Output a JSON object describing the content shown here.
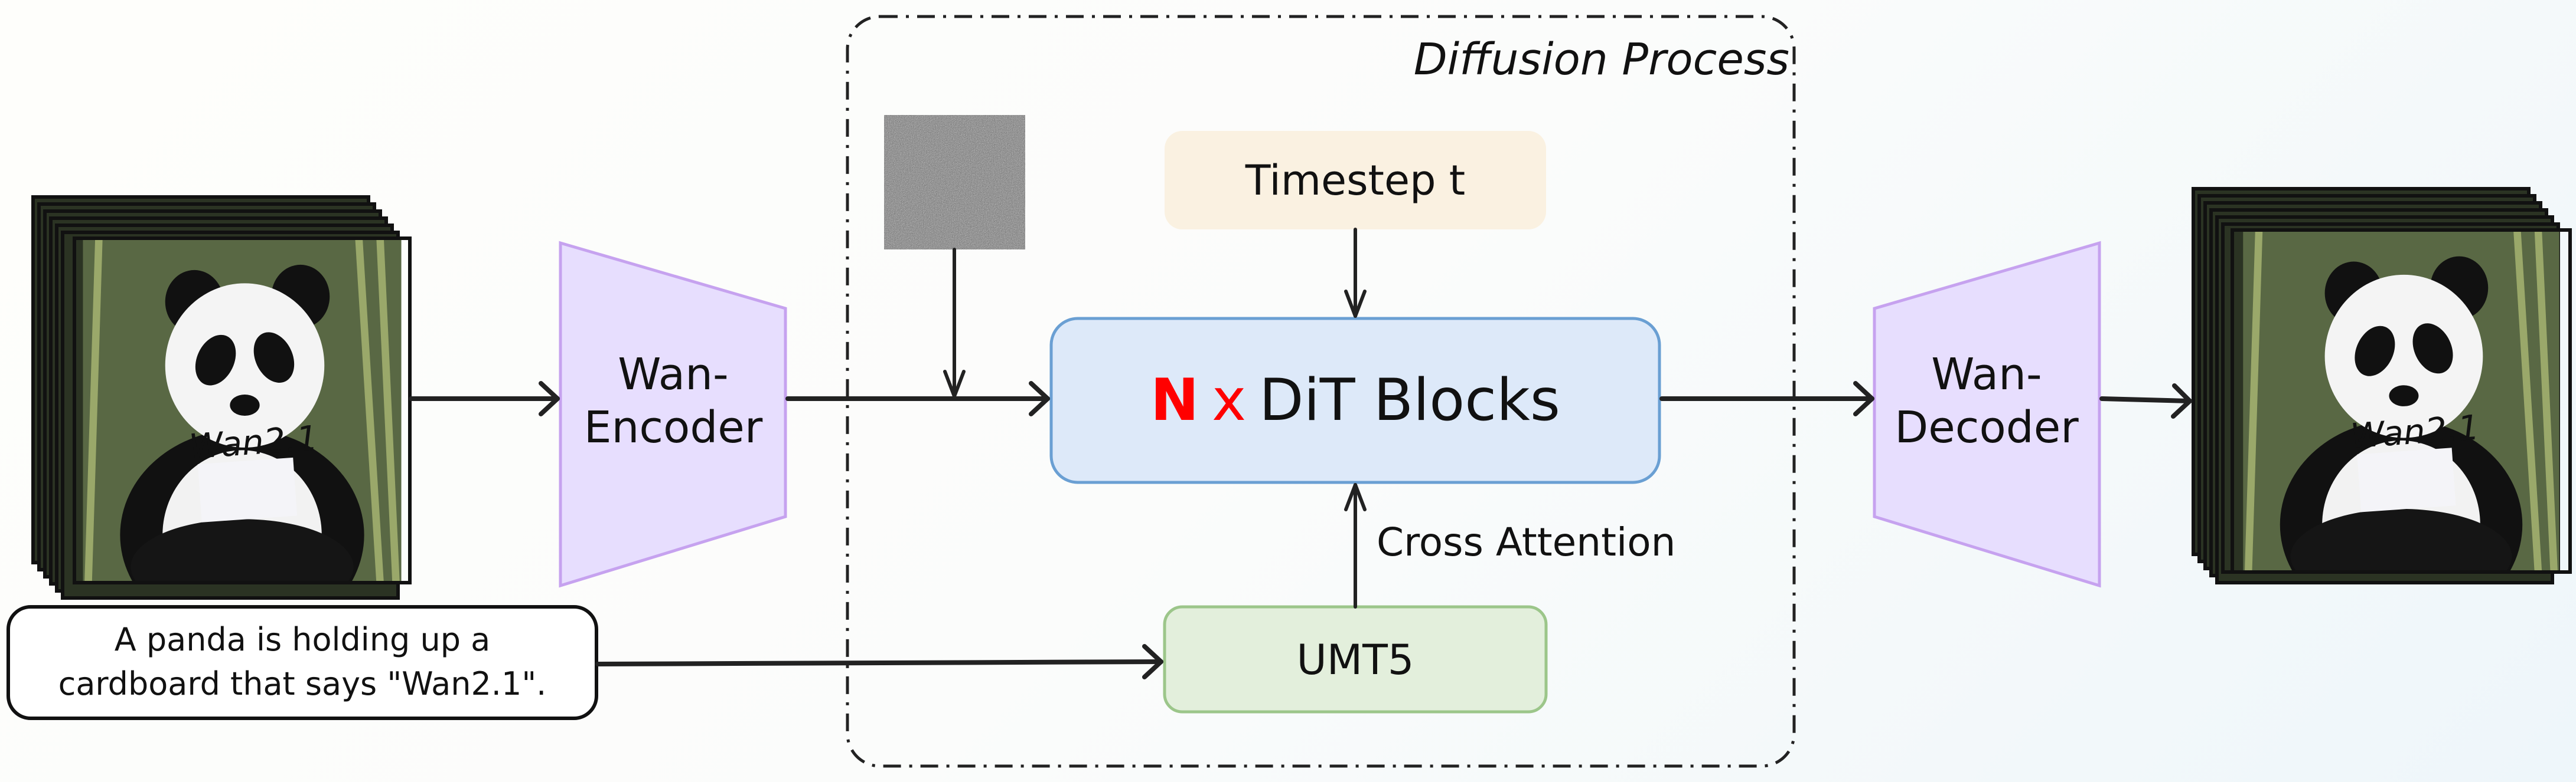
{
  "diagram": {
    "diffusion_label": "Diffusion Process",
    "timestep_label": "Timestep t",
    "dit": {
      "n": "N",
      "x": "x",
      "label": "DiT Blocks"
    },
    "encoder": {
      "line1": "Wan-",
      "line2": "Encoder"
    },
    "decoder": {
      "line1": "Wan-",
      "line2": "Decoder"
    },
    "cross_attention_label": "Cross Attention",
    "umt5_label": "UMT5",
    "prompt": {
      "line1": "A panda is holding up a",
      "line2": "cardboard that says \"Wan2.1\"."
    },
    "sign_text": "Wan2.1",
    "colors": {
      "timestep_fill": "#faf1e1",
      "dit_fill": "#dde9f9",
      "dit_border": "#6a9fd3",
      "umt5_fill": "#e3efdc",
      "umt5_border": "#9cc68a",
      "codec_fill": "#e7defe",
      "codec_border": "#c6a2ef",
      "n_color": "#ff0000"
    }
  }
}
